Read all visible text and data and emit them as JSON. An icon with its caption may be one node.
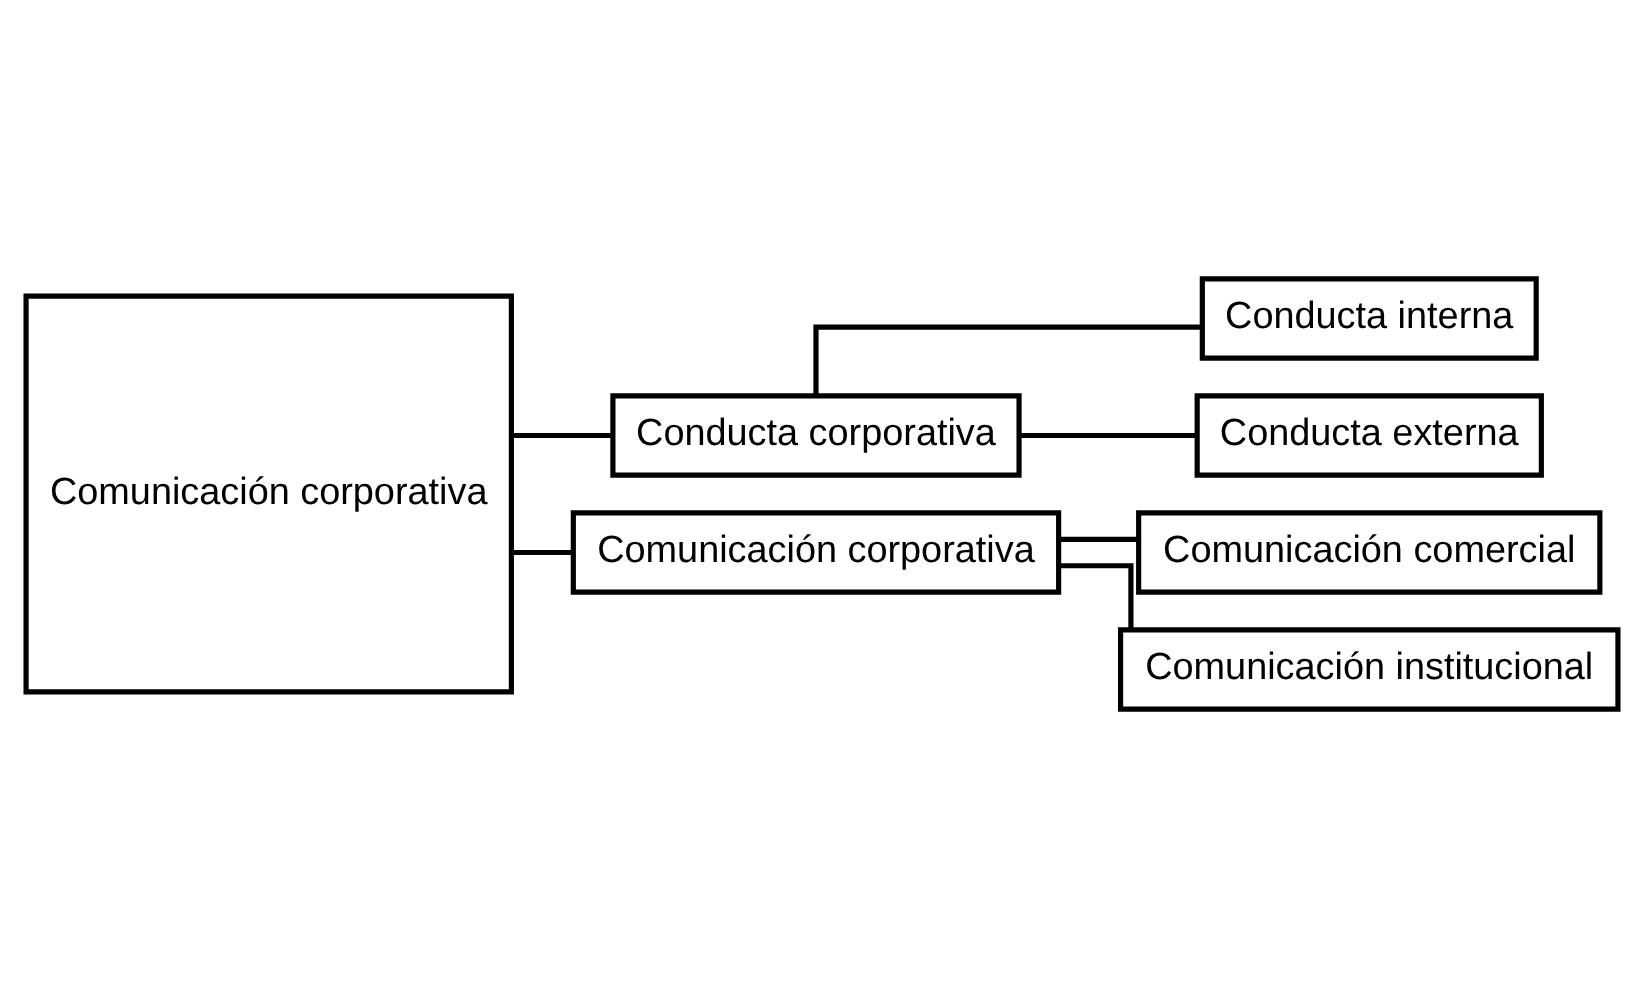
{
  "diagram": {
    "nodes": [
      {
        "text": [
          "Comunicación corporativa"
        ]
      },
      {
        "text": [
          "Conducta corporativa"
        ]
      },
      {
        "text": [
          "Comunicación corporativa"
        ]
      },
      {
        "text": [
          "Conducta interna"
        ]
      },
      {
        "text": [
          "Conducta externa"
        ]
      },
      {
        "text": [
          "Comunicación comercial"
        ]
      },
      {
        "text": [
          "Comunicación institucional"
        ]
      }
    ],
    "edges": [
      {
        "from": 0,
        "to": 1,
        "arrow": "none"
      },
      {
        "from": 0,
        "to": 2,
        "arrow": "none"
      },
      {
        "from": 1,
        "to": 3,
        "arrow": "none"
      },
      {
        "from": 1,
        "to": 4,
        "arrow": "none"
      },
      {
        "from": 2,
        "to": 5,
        "arrow": "none"
      },
      {
        "from": 2,
        "to": 6,
        "arrow": "none"
      }
    ]
  }
}
